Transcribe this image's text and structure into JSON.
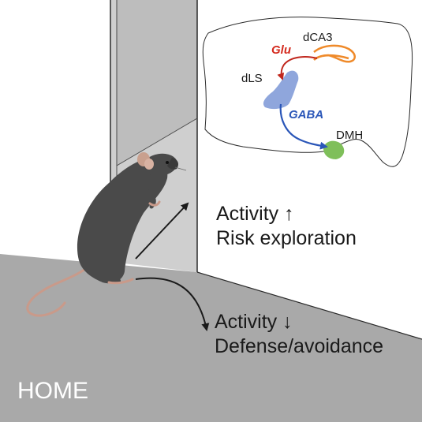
{
  "labels": {
    "home": "HOME",
    "activity_up": "Activity ↑",
    "risk_exploration": "Risk exploration",
    "activity_down": "Activity ↓",
    "defense_avoidance": "Defense/avoidance"
  },
  "brain": {
    "dca3": "dCA3",
    "glu": "Glu",
    "dls": "dLS",
    "gaba": "GABA",
    "dmh": "DMH"
  },
  "colors": {
    "glu": "#d42a1e",
    "gaba": "#2a56b8",
    "dca3": "#ef8a2a",
    "dls": "#8fa6dc",
    "dmh": "#7fbf5a",
    "floor": "#a9a9a9",
    "wall": "#cfcfcf",
    "mouse": "#4a4a4a"
  }
}
